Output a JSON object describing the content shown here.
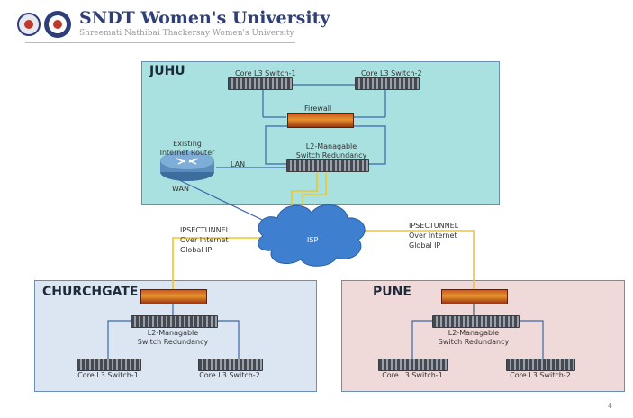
{
  "header": {
    "title": "SNDT Women's University",
    "subtitle": "Shreemati Nathibai Thackersay Women's University"
  },
  "page_number": "4",
  "sites": {
    "juhu": {
      "label": "JUHU",
      "core_switch_1": "Core L3 Switch-1",
      "core_switch_2": "Core L3 Switch-2",
      "firewall": "Firewall",
      "l2_switch_line1": "L2-Managable",
      "l2_switch_line2": "Switch Redundancy",
      "router_line1": "Existing",
      "router_line2": "Internet Router",
      "lan": "LAN",
      "wan": "WAN"
    },
    "churchgate": {
      "label": "CHURCHGATE",
      "l2_switch_line1": "L2-Managable",
      "l2_switch_line2": "Switch Redundancy",
      "core_switch_1": "Core L3 Switch-1",
      "core_switch_2": "Core L3 Switch-2"
    },
    "pune": {
      "label": "PUNE",
      "l2_switch_line1": "L2-Managable",
      "l2_switch_line2": "Switch Redundancy",
      "core_switch_1": "Core L3 Switch-1",
      "core_switch_2": "Core L3 Switch-2"
    }
  },
  "tunnels": {
    "left": {
      "line1": "IPSECTUNNEL",
      "line2": "Over Internet",
      "line3": "Global IP"
    },
    "right": {
      "line1": "IPSECTUNNEL",
      "line2": "Over Internet",
      "line3": "Global IP"
    }
  },
  "cloud_label": "ISP",
  "colors": {
    "juhu_bg": "#a8e1df",
    "churchgate_bg": "#dbe6f2",
    "pune_bg": "#f0d9d9",
    "tunnel": "#f2c524",
    "link": "#3b68a8",
    "cloud": "#3f7fd0",
    "title": "#2d3e78"
  }
}
